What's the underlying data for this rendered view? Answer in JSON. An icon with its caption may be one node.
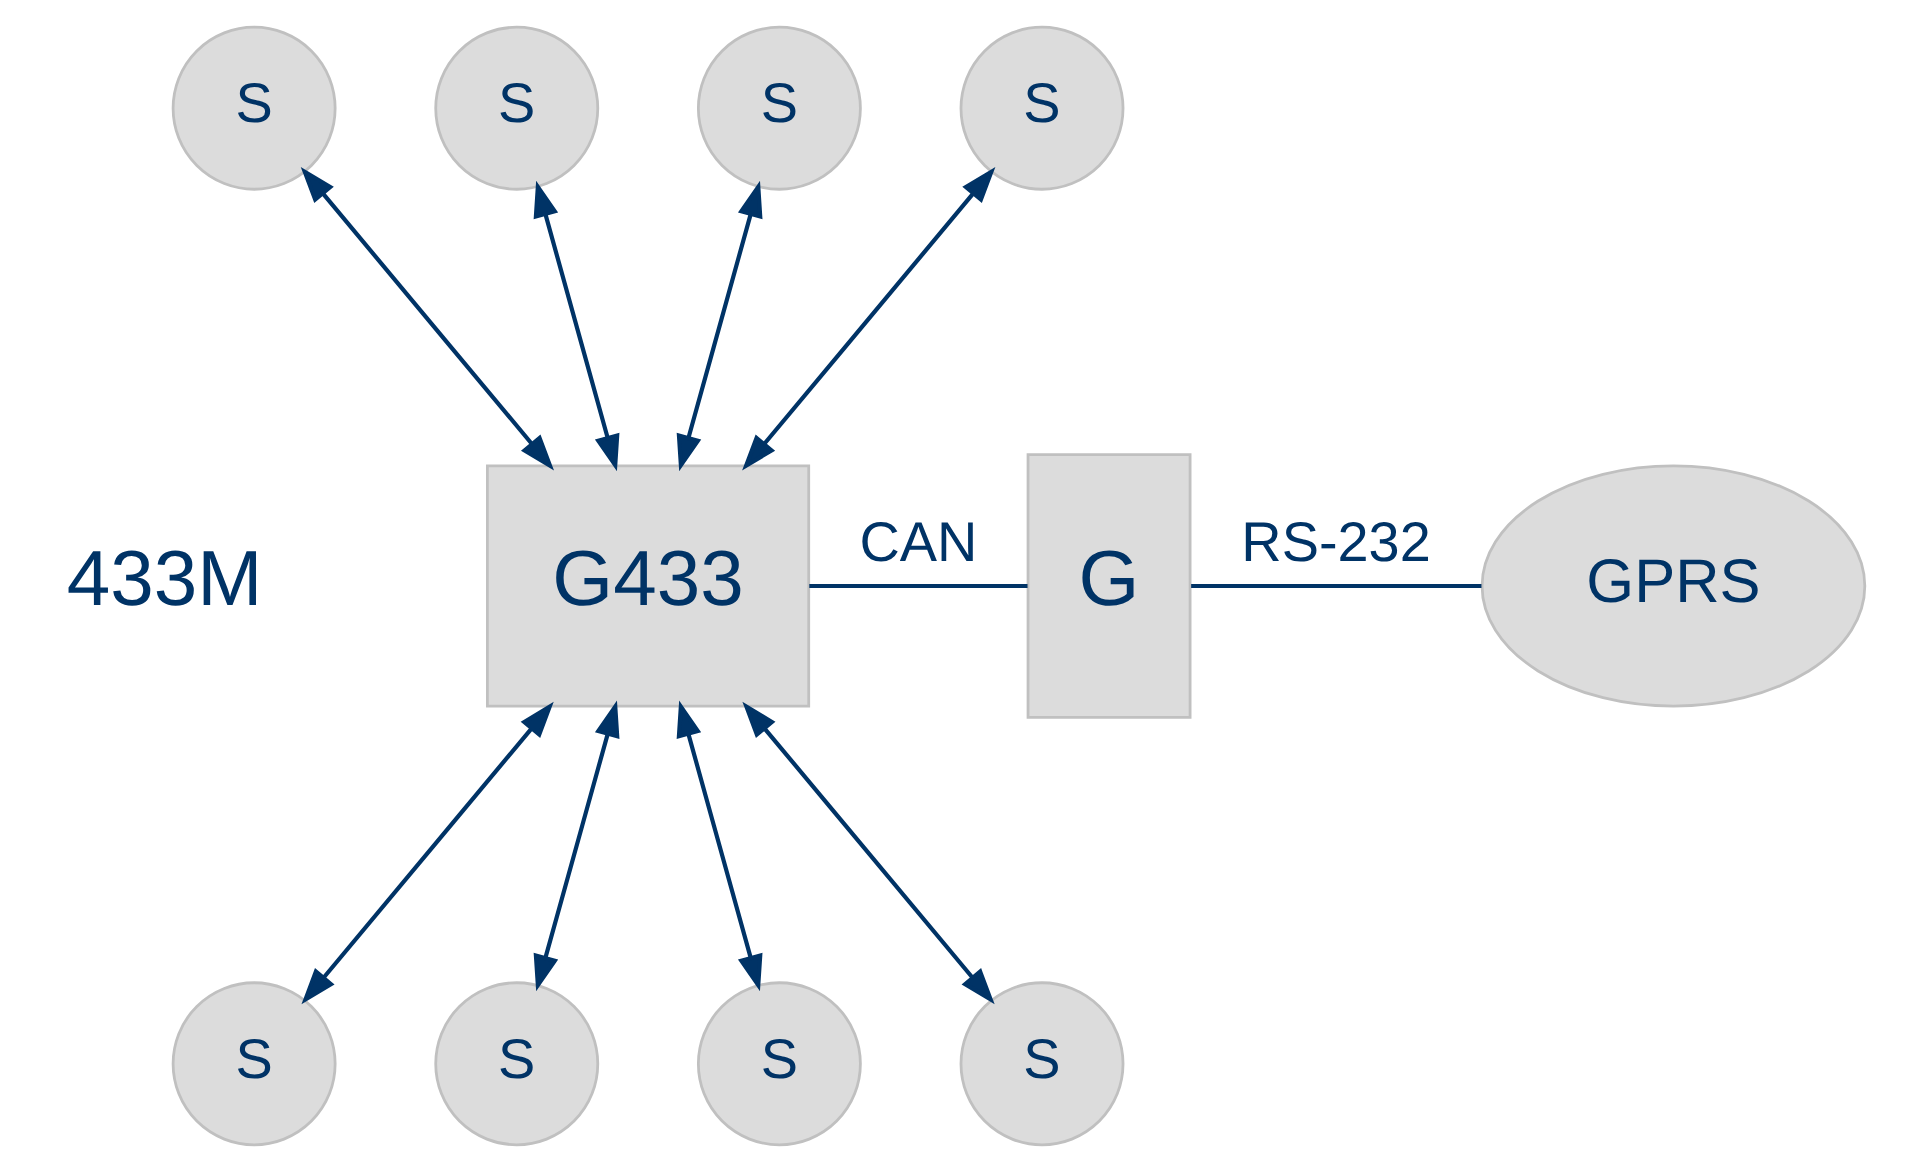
{
  "diagram": {
    "nodes": [
      {
        "text": [
          "S"
        ]
      },
      {
        "text": [
          "S"
        ]
      },
      {
        "text": [
          "S"
        ]
      },
      {
        "text": [
          "S"
        ]
      },
      {
        "text": [
          "G433"
        ]
      },
      {
        "text": [
          "G"
        ]
      },
      {
        "text": [
          "GPRS"
        ]
      },
      {
        "text": [
          "S"
        ]
      },
      {
        "text": [
          "S"
        ]
      },
      {
        "text": [
          "S"
        ]
      },
      {
        "text": [
          "S"
        ]
      }
    ],
    "edges": [
      {
        "from": 0,
        "to": 4,
        "arrow": "both"
      },
      {
        "from": 1,
        "to": 4,
        "arrow": "both"
      },
      {
        "from": 2,
        "to": 4,
        "arrow": "both"
      },
      {
        "from": 3,
        "to": 4,
        "arrow": "both"
      },
      {
        "from": 4,
        "to": 5,
        "arrow": "none",
        "label": "CAN"
      },
      {
        "from": 5,
        "to": 6,
        "arrow": "none",
        "label": "RS-232"
      },
      {
        "from": 4,
        "to": 7,
        "arrow": "both"
      },
      {
        "from": 4,
        "to": 8,
        "arrow": "both"
      },
      {
        "from": 4,
        "to": 9,
        "arrow": "both"
      },
      {
        "from": 4,
        "to": 10,
        "arrow": "both"
      }
    ],
    "labels": [
      "433M"
    ]
  }
}
